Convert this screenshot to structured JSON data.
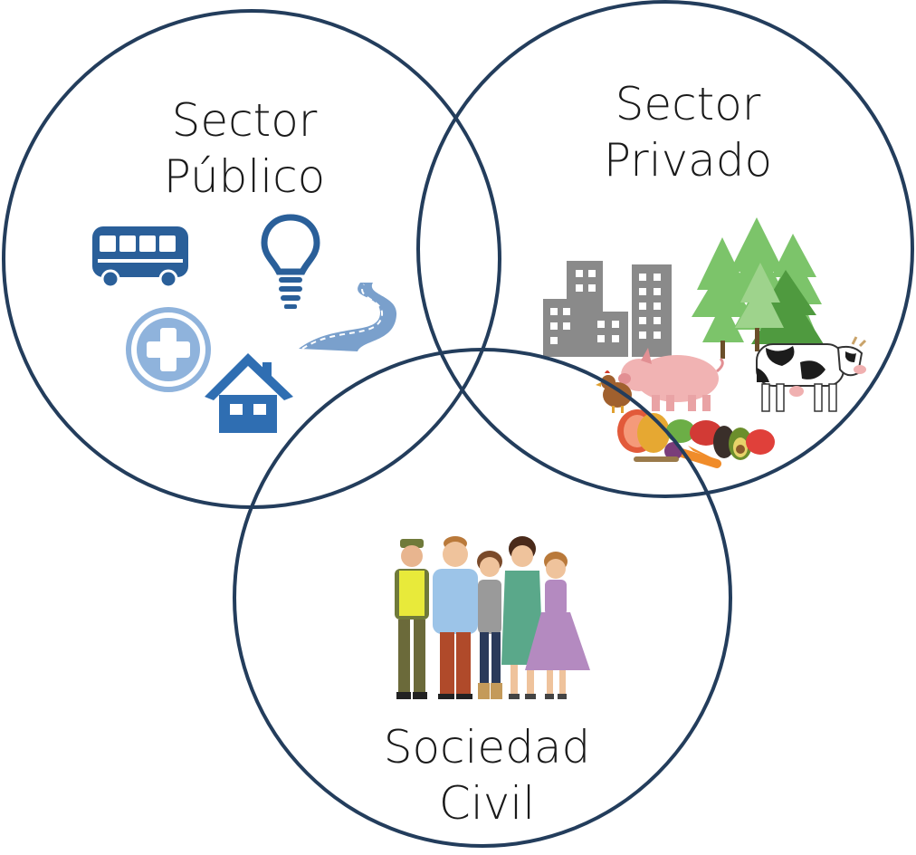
{
  "colors": {
    "circle_stroke": "#233d5c",
    "public_icon": "#2a5f99",
    "public_icon_light": "#8fb3dc",
    "buildings": "#8a8a8a",
    "tree_light": "#7cc46a",
    "tree_dark": "#4f9a3f"
  },
  "sets": [
    {
      "id": "public",
      "line1": "Sector",
      "line2": "Público",
      "icons": [
        "bus-icon",
        "lightbulb-icon",
        "hospital-cross-icon",
        "house-icon",
        "road-icon"
      ]
    },
    {
      "id": "private",
      "line1": "Sector",
      "line2": "Privado",
      "icons": [
        "buildings-icon",
        "trees-icon",
        "pig-icon",
        "cow-icon",
        "chicken-icon",
        "vegetables-icon"
      ]
    },
    {
      "id": "civil",
      "line1": "Sociedad",
      "line2": "Civil",
      "icons": [
        "people-group-icon"
      ]
    }
  ]
}
